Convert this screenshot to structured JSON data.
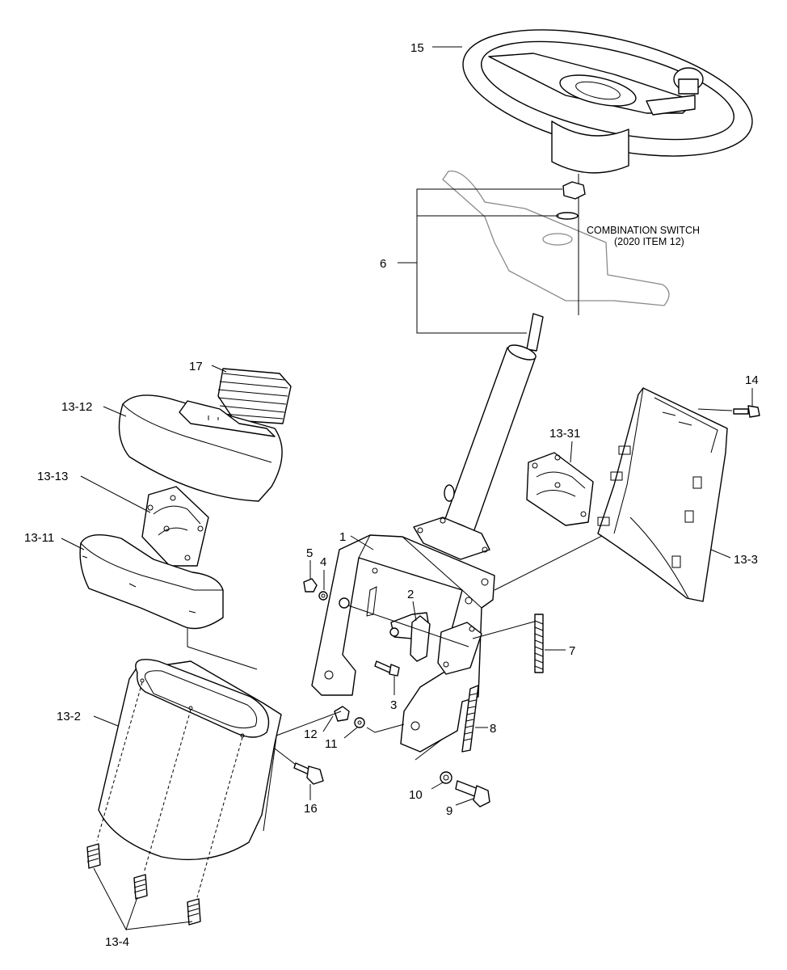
{
  "note": {
    "line1": "COMBINATION SWITCH",
    "line2": "(2020 ITEM 12)"
  },
  "labels": {
    "p1": "1",
    "p2": "2",
    "p3": "3",
    "p4": "4",
    "p5": "5",
    "p6": "6",
    "p7": "7",
    "p8": "8",
    "p9": "9",
    "p10": "10",
    "p11": "11",
    "p12": "12",
    "p13_2": "13-2",
    "p13_3": "13-3",
    "p13_4": "13-4",
    "p13_11": "13-11",
    "p13_12": "13-12",
    "p13_13": "13-13",
    "p13_31": "13-31",
    "p14": "14",
    "p15": "15",
    "p16": "16",
    "p17": "17"
  }
}
